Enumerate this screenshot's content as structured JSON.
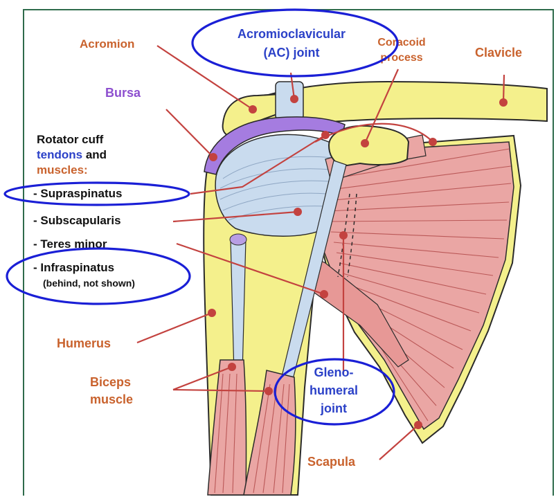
{
  "labels": {
    "acromion": "Acromion",
    "ac_joint_line1": "Acromioclavicular",
    "ac_joint_line2": "(AC) joint",
    "coracoid_line1": "Coracoid",
    "coracoid_line2": "process",
    "clavicle": "Clavicle",
    "bursa": "Bursa",
    "rotator_cuff_line1": "Rotator cuff",
    "rotator_cuff_tendons": "tendons",
    "rotator_cuff_and": " and",
    "rotator_cuff_muscles": "muscles:",
    "supraspinatus": "- Supraspinatus",
    "subscapularis": "- Subscapularis",
    "teres_minor": "- Teres minor",
    "infraspinatus": "- Infraspinatus",
    "infraspinatus_note": "(behind, not shown)",
    "humerus": "Humerus",
    "biceps_line1": "Biceps",
    "biceps_line2": "muscle",
    "glenohumeral_line1": "Gleno-",
    "glenohumeral_line2": "humeral",
    "glenohumeral_line3": "joint",
    "scapula": "Scapula"
  },
  "colors": {
    "bone": "#f4f08c",
    "bone_outline": "#2a2a2a",
    "muscle": "#eaa6a4",
    "muscle_fiber": "#b24a4a",
    "tendon": "#c9dbee",
    "bursa": "#a57ce0",
    "label_orange": "#c9622d",
    "label_blue": "#2b41c8",
    "label_purple": "#8d4fcf",
    "highlight_circle": "#1a1fd6",
    "frame": "#2e6b4b"
  }
}
